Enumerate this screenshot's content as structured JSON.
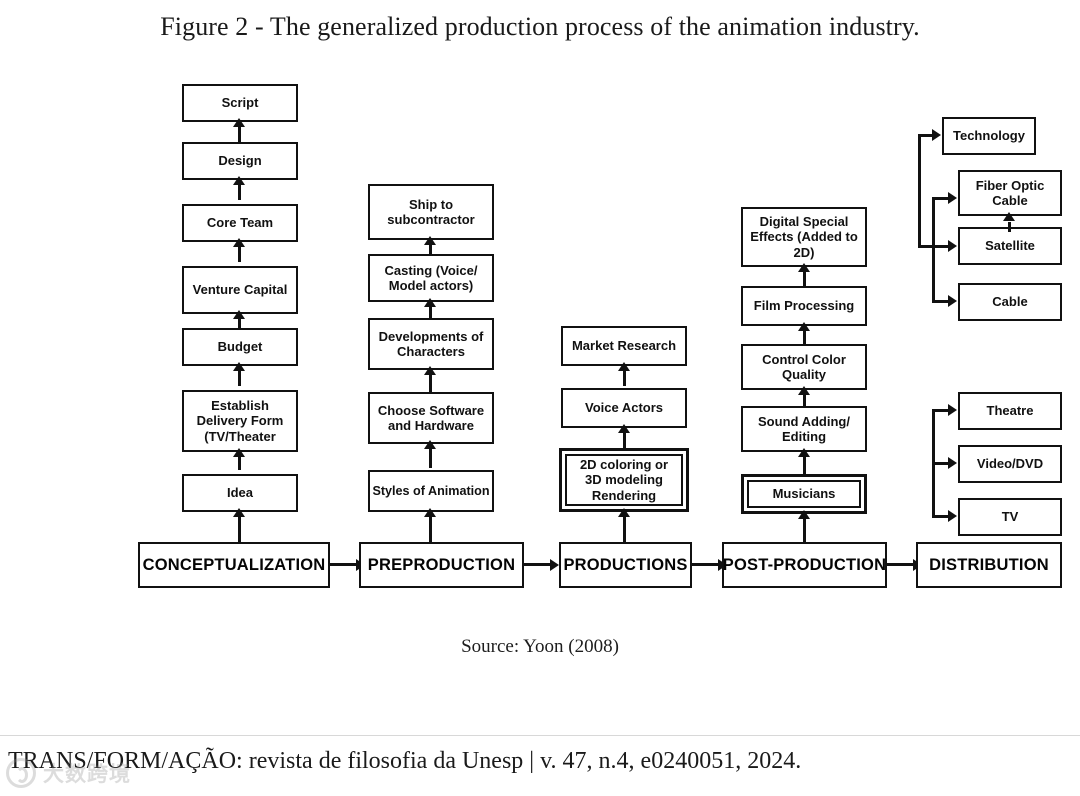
{
  "figure": {
    "title": "Figure 2 - The generalized production process of the animation industry.",
    "source_note": "Source: Yoon (2008)"
  },
  "footer": {
    "text": "TRANS/FORM/AÇÃO: revista de filosofia da Unesp | v. 47, n.4, e0240051, 2024.",
    "watermark_text": "大数跨境",
    "watermark_logo": "circle-logo-icon"
  },
  "diagram": {
    "type": "flowchart",
    "orientation": "columns flow left-to-right; items within a column flow bottom-to-top",
    "stages": [
      {
        "id": "conceptualization",
        "label": "CONCEPTUALIZATION"
      },
      {
        "id": "preproduction",
        "label": "PREPRODUCTION"
      },
      {
        "id": "productions",
        "label": "PRODUCTIONS"
      },
      {
        "id": "post_production",
        "label": "POST-PRODUCTION"
      },
      {
        "id": "distribution",
        "label": "DISTRIBUTION"
      }
    ],
    "columns": [
      {
        "stage": "conceptualization",
        "nodes": [
          {
            "label": "Script",
            "emphasis": "single"
          },
          {
            "label": "Design",
            "emphasis": "single"
          },
          {
            "label": "Core Team",
            "emphasis": "single"
          },
          {
            "label": "Venture Capital",
            "emphasis": "single"
          },
          {
            "label": "Budget",
            "emphasis": "single"
          },
          {
            "label": "Establish Delivery Form (TV/Theater",
            "emphasis": "single"
          },
          {
            "label": "Idea",
            "emphasis": "single"
          }
        ]
      },
      {
        "stage": "preproduction",
        "nodes": [
          {
            "label": "Ship to subcontractor",
            "emphasis": "single"
          },
          {
            "label": "Casting (Voice/ Model actors)",
            "emphasis": "single"
          },
          {
            "label": "Developments of Characters",
            "emphasis": "single"
          },
          {
            "label": "Choose Software and Hardware",
            "emphasis": "single"
          },
          {
            "label": "Styles of Animation",
            "emphasis": "single"
          }
        ]
      },
      {
        "stage": "productions",
        "nodes": [
          {
            "label": "Market Research",
            "emphasis": "single"
          },
          {
            "label": "Voice Actors",
            "emphasis": "single"
          },
          {
            "label": "2D coloring or 3D modeling Rendering",
            "emphasis": "double"
          }
        ]
      },
      {
        "stage": "post_production",
        "nodes": [
          {
            "label": "Digital Special Effects (Added to 2D)",
            "emphasis": "single"
          },
          {
            "label": "Film Processing",
            "emphasis": "single"
          },
          {
            "label": "Control Color Quality",
            "emphasis": "single"
          },
          {
            "label": "Sound Adding/ Editing",
            "emphasis": "single"
          },
          {
            "label": "Musicians",
            "emphasis": "double"
          }
        ]
      }
    ],
    "distribution_groups": [
      {
        "id": "technology-group",
        "nodes": [
          {
            "label": "Technology"
          },
          {
            "label": "Fiber Optic Cable"
          },
          {
            "label": "Satellite"
          },
          {
            "label": "Cable"
          }
        ]
      },
      {
        "id": "outlet-group",
        "nodes": [
          {
            "label": "Theatre"
          },
          {
            "label": "Video/DVD"
          },
          {
            "label": "TV"
          }
        ]
      }
    ]
  }
}
